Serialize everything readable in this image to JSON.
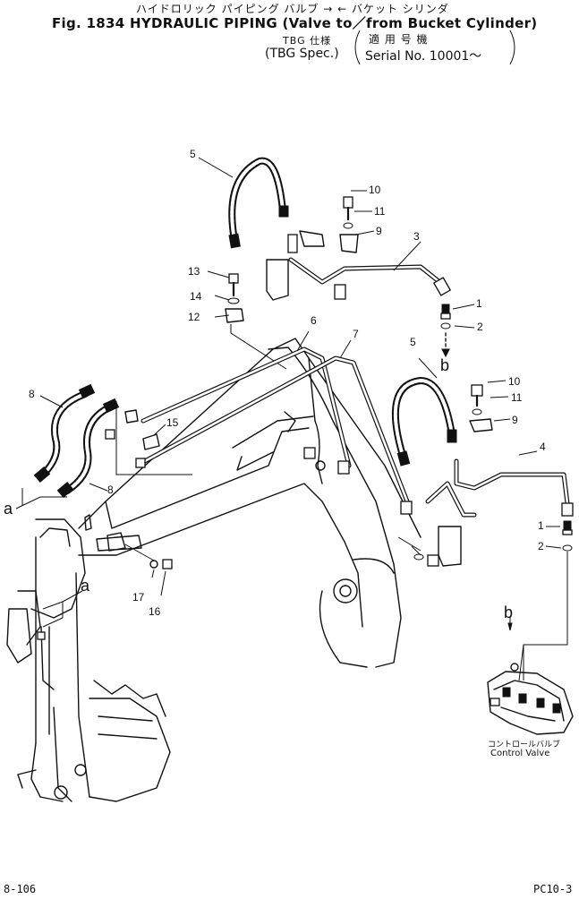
{
  "header": {
    "jp_title": "ハイドロリック パイピング バルブ → ← バケット シリンダ",
    "fig_title": "Fig. 1834  HYDRAULIC PIPING (Valve to／from Bucket Cylinder)",
    "tbg_jp": "TBG 仕様",
    "tbg_spec": "(TBG Spec.)",
    "serial_jp": "適 用 号 機",
    "serial": "Serial No. 10001～"
  },
  "callouts": [
    "1",
    "1",
    "2",
    "2",
    "3",
    "4",
    "5",
    "5",
    "6",
    "7",
    "8",
    "8",
    "9",
    "9",
    "10",
    "10",
    "11",
    "11",
    "12",
    "13",
    "14",
    "15",
    "16",
    "17"
  ],
  "letters": [
    "a",
    "a",
    "b",
    "b"
  ],
  "valve_label_jp": "コントロールバルブ",
  "valve_label": "Control Valve",
  "footer": {
    "left": "8-106",
    "right": "PC10-3"
  }
}
